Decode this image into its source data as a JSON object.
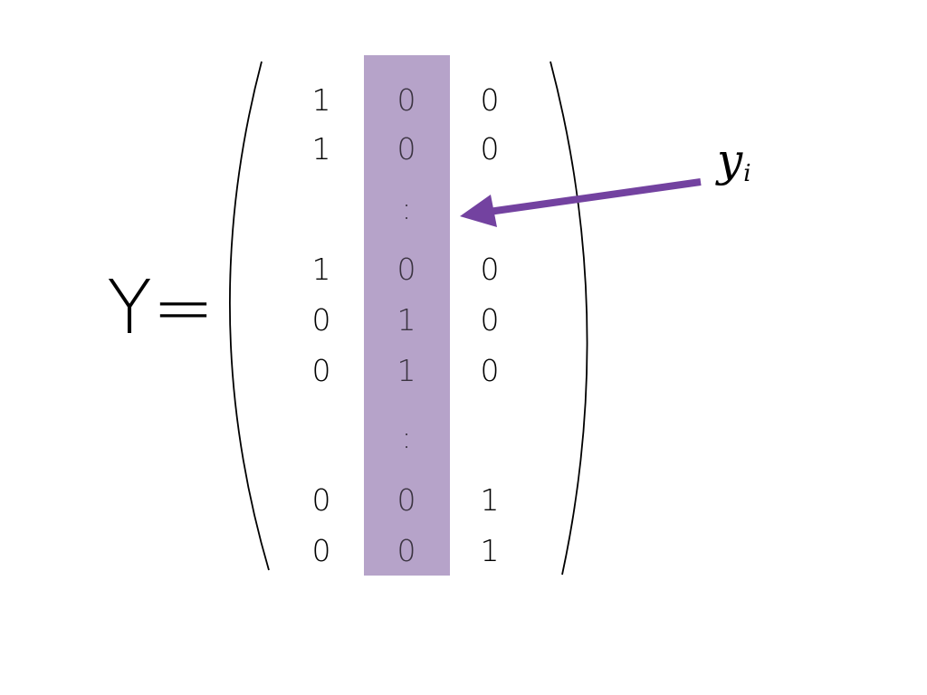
{
  "equation": {
    "lhs": "Y=",
    "rows": [
      [
        "1",
        "0",
        "0"
      ],
      [
        "1",
        "0",
        "0"
      ],
      [
        "",
        ":",
        ""
      ],
      [
        "1",
        "0",
        "0"
      ],
      [
        "0",
        "1",
        "0"
      ],
      [
        "0",
        "1",
        "0"
      ],
      [
        "",
        ":",
        ""
      ],
      [
        "0",
        "0",
        "1"
      ],
      [
        "0",
        "0",
        "1"
      ]
    ],
    "highlighted_column": 1
  },
  "annotation": {
    "label": "y",
    "subscript": "i"
  },
  "colors": {
    "highlight": "#b6a3c9",
    "arrow": "#7342a0",
    "text": "#000000"
  }
}
